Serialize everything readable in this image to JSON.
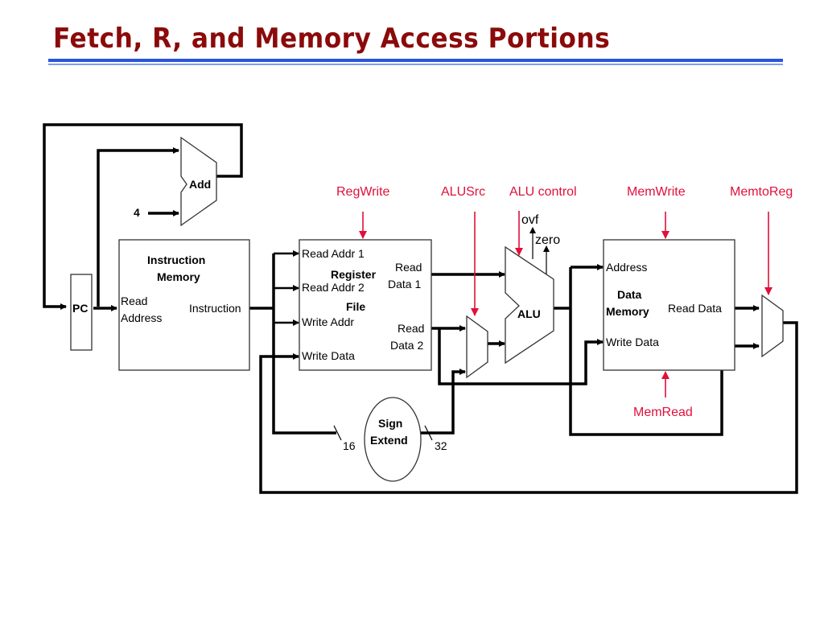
{
  "slide": {
    "title": "Fetch, R, and Memory Access Portions",
    "title_color": "#8b0a0a",
    "rule_color": "#2a55d8"
  },
  "components": {
    "pc": {
      "label": "PC"
    },
    "adder": {
      "label": "Add",
      "const_input": "4"
    },
    "instruction_memory": {
      "title_line1": "Instruction",
      "title_line2": "Memory",
      "input_line1": "Read",
      "input_line2": "Address",
      "output": "Instruction"
    },
    "register_file": {
      "title_line1": "Register",
      "title_line2": "File",
      "inputs": [
        "Read Addr 1",
        "Read Addr 2",
        "Write Addr",
        "Write Data"
      ],
      "output1_line1": "Read",
      "output1_line2": "Data 1",
      "output2_line1": "Read",
      "output2_line2": "Data 2"
    },
    "alu": {
      "label": "ALU",
      "flag_ovf": "ovf",
      "flag_zero": "zero"
    },
    "data_memory": {
      "title_line1": "Data",
      "title_line2": "Memory",
      "input_address": "Address",
      "input_write_data": "Write Data",
      "output": "Read Data"
    },
    "sign_extend": {
      "label_line1": "Sign",
      "label_line2": "Extend",
      "in_width": "16",
      "out_width": "32"
    }
  },
  "control_signals": {
    "color": "#e0103a",
    "items": [
      "RegWrite",
      "ALUSrc",
      "ALU control",
      "MemWrite",
      "MemtoReg",
      "MemRead"
    ]
  }
}
